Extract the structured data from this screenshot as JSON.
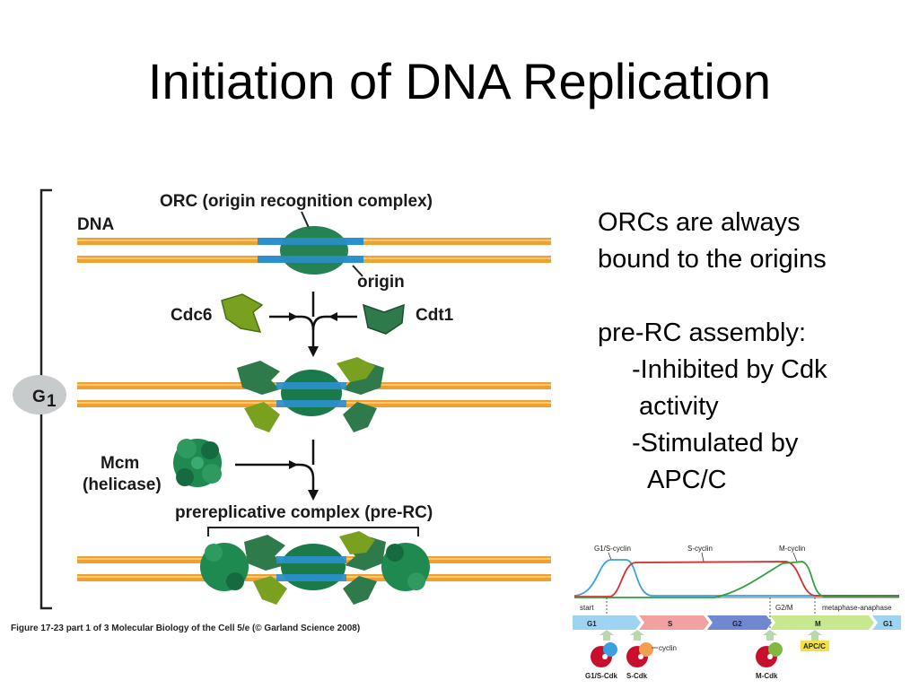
{
  "slide": {
    "title": "Initiation of DNA Replication",
    "text": {
      "line1": "ORCs are always",
      "line2": "bound to the origins",
      "line3": "pre-RC assembly:",
      "line4": "-Inhibited by Cdk",
      "line5": "activity",
      "line6": "-Stimulated by",
      "line7": "APC/C"
    }
  },
  "diagram": {
    "orc_label": "ORC (origin recognition complex)",
    "dna_label": "DNA",
    "origin_label": "origin",
    "cdc6_label": "Cdc6",
    "cdt1_label": "Cdt1",
    "g1_label": "G",
    "g1_sub": "1",
    "mcm_label": "Mcm",
    "helicase_label": "(helicase)",
    "prerc_label": "prereplicative complex (pre-RC)",
    "caption": "Figure 17-23 part 1 of 3  Molecular Biology of the Cell 5/e (© Garland Science 2008)",
    "colors": {
      "dna": "#f0a030",
      "origin": "#2a90d0",
      "orc": "#1a7a4a",
      "cdc6": "#7aa020",
      "cdt1": "#2e7a4a",
      "mcm": "#1e8a50"
    }
  },
  "cycle_figure": {
    "g1s_cyclin": "G1/S-cyclin",
    "s_cyclin": "S-cyclin",
    "m_cyclin": "M-cyclin",
    "start": "start",
    "g2m": "G2/M",
    "metaphase_anaphase": "metaphase-anaphase",
    "phases": [
      "G1",
      "S",
      "G2",
      "M",
      "G1"
    ],
    "apc_c": "APC/C",
    "cyclin": "cyclin",
    "g1s_cdk": "G1/S-Cdk",
    "s_cdk": "S-Cdk",
    "m_cdk": "M-Cdk",
    "colors": {
      "g1s": "#3aa0e0",
      "s": "#d03030",
      "m": "#30a040"
    }
  }
}
